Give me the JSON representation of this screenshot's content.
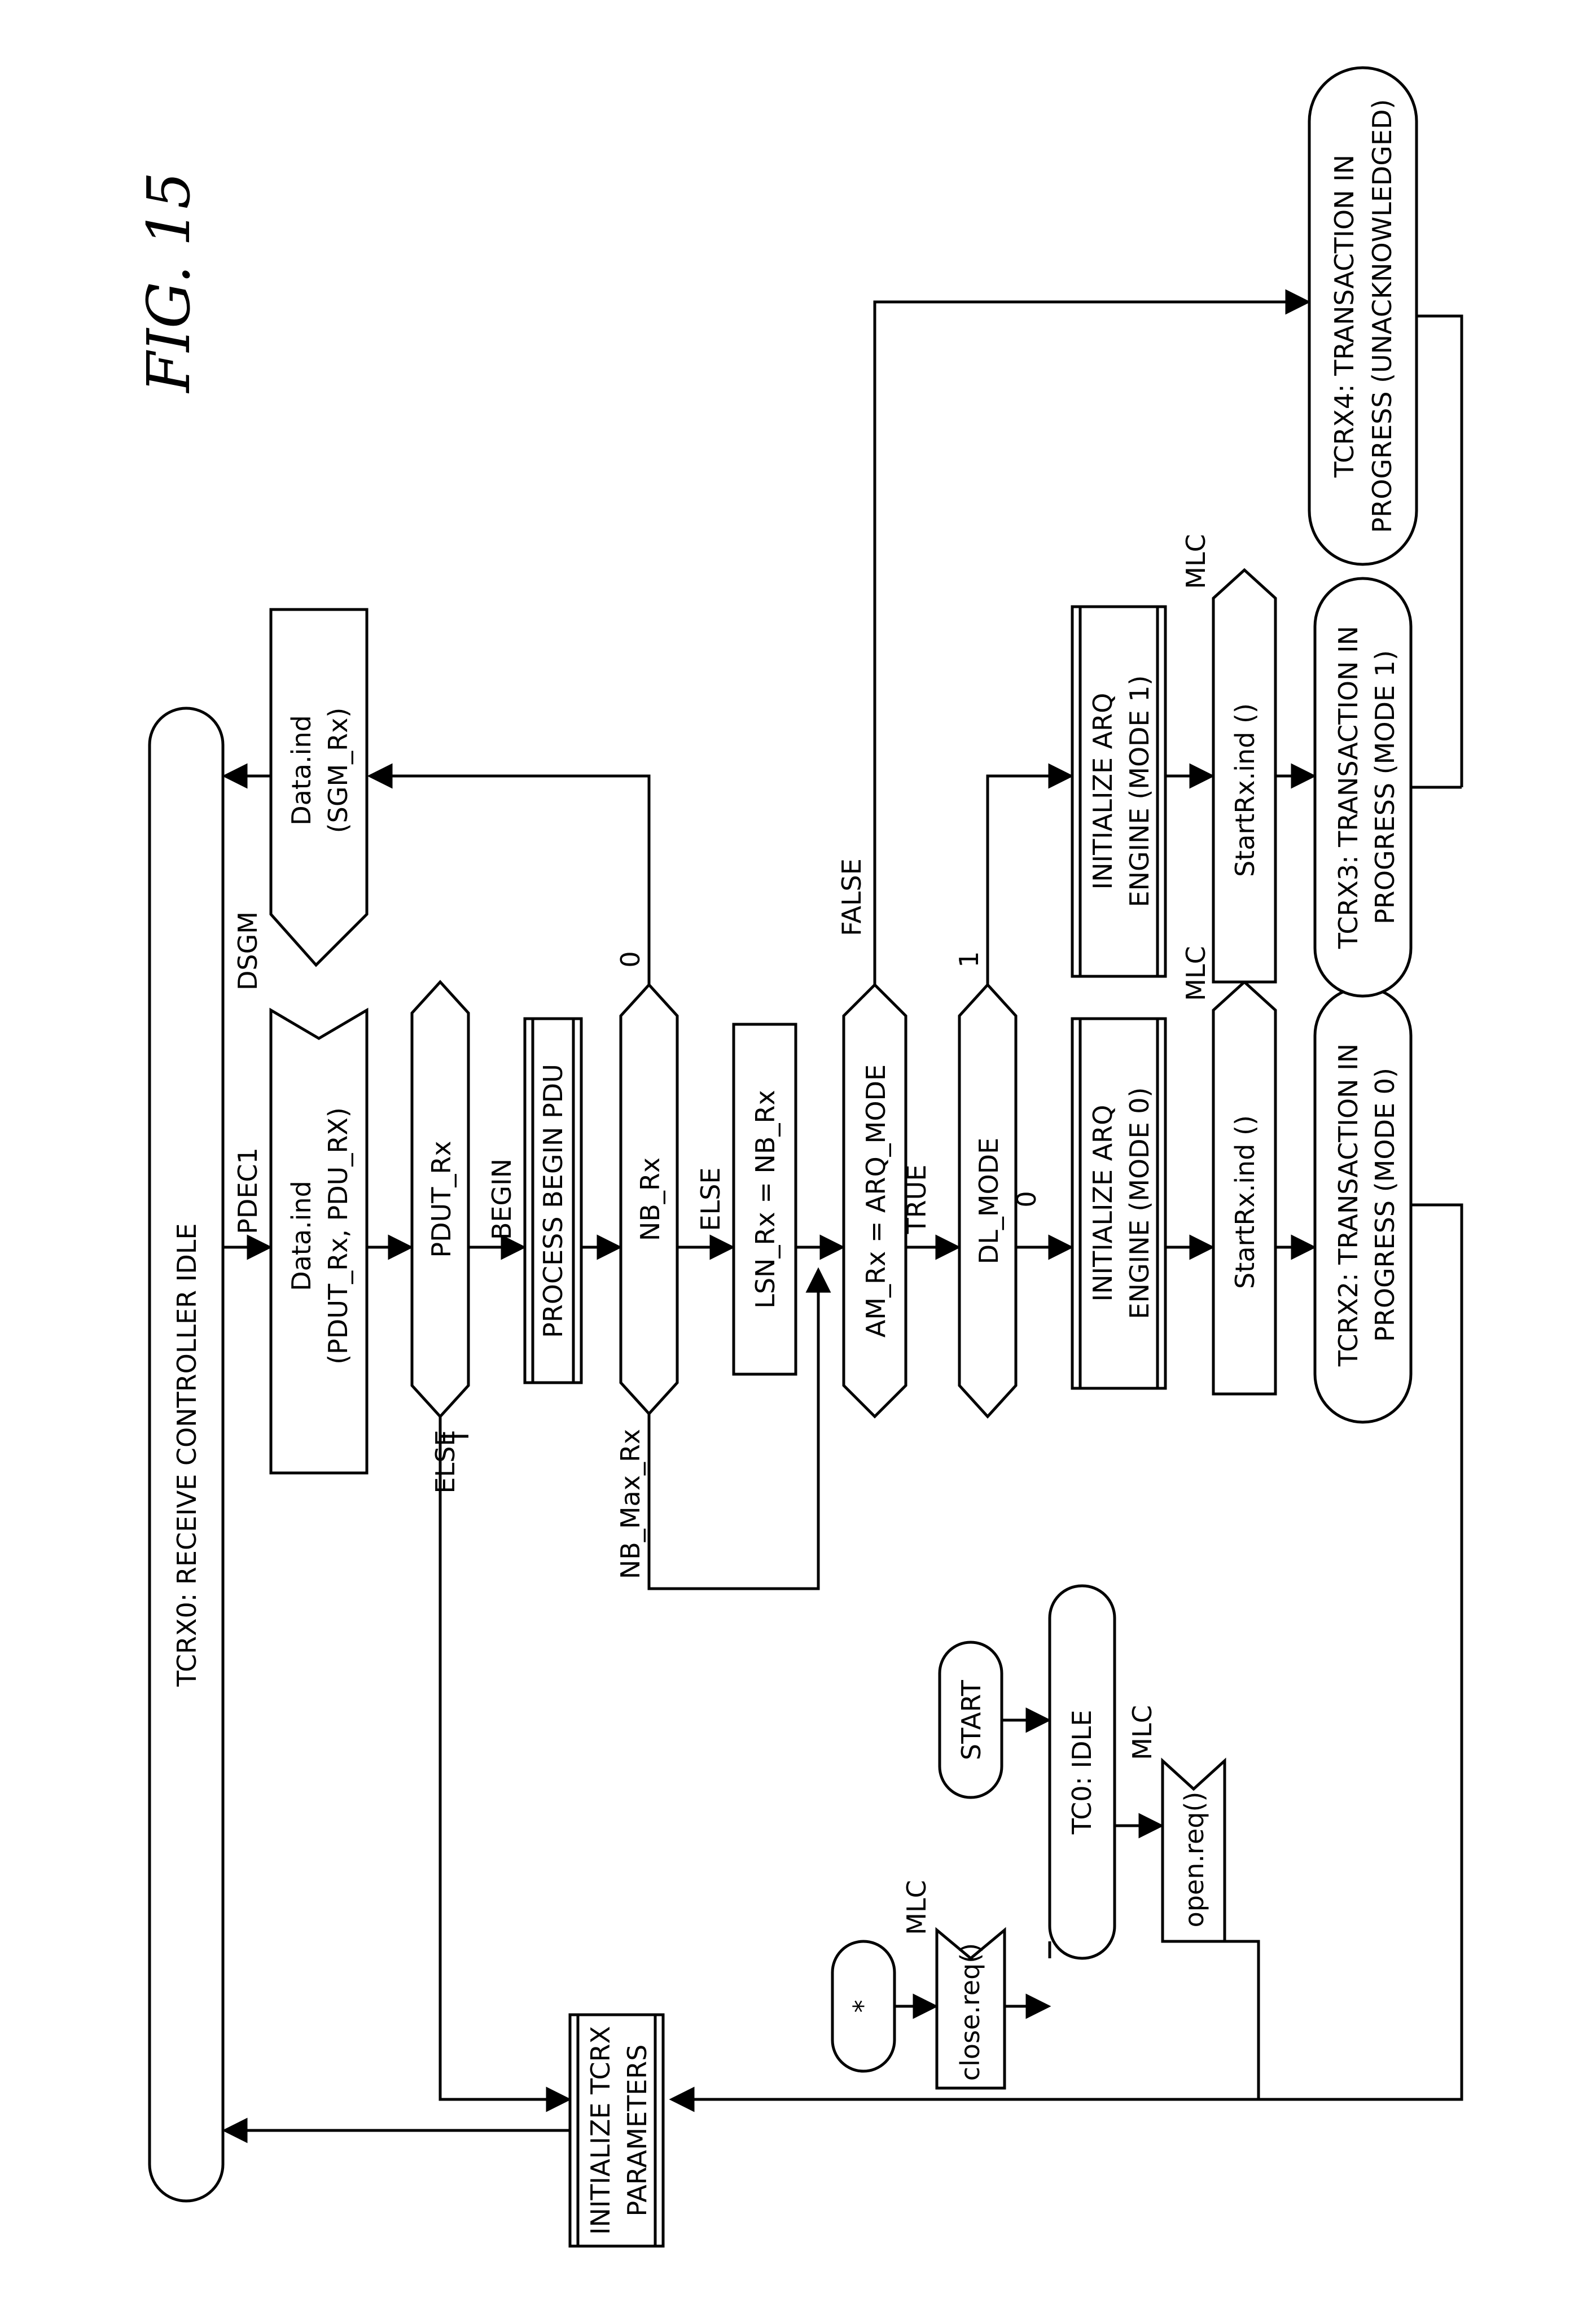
{
  "figure": {
    "label": "FIG. 15"
  },
  "states": {
    "tcrx0": "TCRX0: RECEIVE CONTROLLER IDLE",
    "tc0": "TC0: IDLE",
    "start": "START",
    "star": "*",
    "tcrx2": [
      "TCRX2: TRANSACTION IN",
      "PROGRESS (MODE 0)"
    ],
    "tcrx3": [
      "TCRX3: TRANSACTION IN",
      "PROGRESS (MODE 1)"
    ],
    "tcrx4": [
      "TCRX4: TRANSACTION IN",
      "PROGRESS (UNACKNOWLEDGED)"
    ]
  },
  "signals": {
    "data_ind_pdu": [
      "Data.ind",
      "(PDUT_Rx, PDU_RX)"
    ],
    "data_ind_pdu_src": "PDEC1",
    "data_ind_sgm": [
      "Data.ind",
      "(SGM_Rx)"
    ],
    "data_ind_sgm_src": "DSGM",
    "close_req": "close.req()",
    "close_req_src": "MLC",
    "open_req": "open.req()",
    "open_req_src": "MLC",
    "startrx_0": "StartRx.ind ()",
    "startrx_0_src": "MLC",
    "startrx_1": "StartRx.ind ()",
    "startrx_1_src": "MLC"
  },
  "decisions": {
    "pdut": "PDUT_Rx",
    "nb": "NB_Rx",
    "am": "AM_Rx = ARQ_MODE",
    "dl": "DL_MODE"
  },
  "tasks": {
    "process_begin": "PROCESS BEGIN PDU",
    "lsn": "LSN_Rx = NB_Rx",
    "init_tcrx": [
      "INITIALIZE TCRX",
      "PARAMETERS"
    ],
    "init_arq_0": [
      "INITIALIZE ARQ",
      "ENGINE (MODE 0)"
    ],
    "init_arq_1": [
      "INITIALIZE ARQ",
      "ENGINE (MODE 1)"
    ]
  },
  "branch_labels": {
    "else_pdut": "ELSE",
    "begin": "BEGIN",
    "nb_zero": "0",
    "nb_else": "ELSE",
    "nb_max": "NB_Max_Rx",
    "am_false": "FALSE",
    "am_true": "TRUE",
    "dl_zero": "0",
    "dl_one": "1"
  }
}
